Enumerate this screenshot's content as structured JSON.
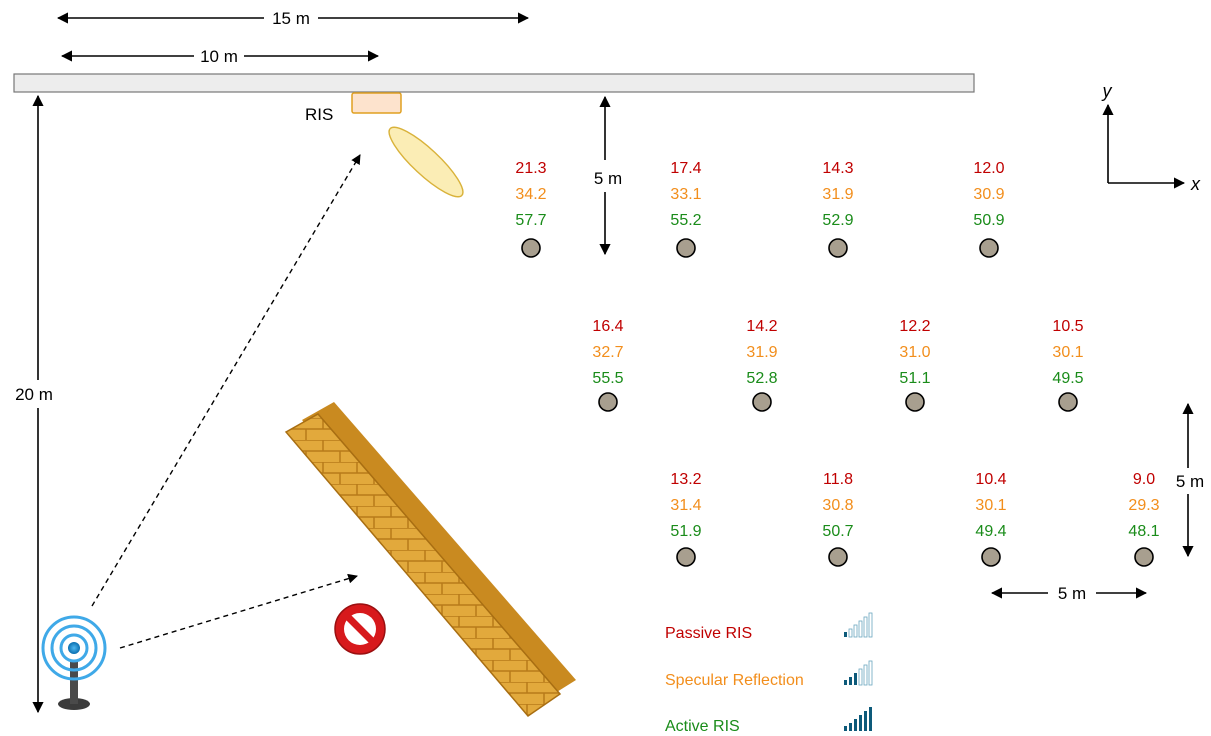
{
  "dimensions": {
    "top_span": "15 m",
    "ris_offset": "10 m",
    "height": "20 m",
    "wall_gap": "5 m",
    "row_spacing": "5 m",
    "col_spacing": "5 m"
  },
  "ris_label": "RIS",
  "axes": {
    "y": "y",
    "x": "x"
  },
  "legend": [
    {
      "label": "Passive RIS",
      "color": "#c00000"
    },
    {
      "label": "Specular Reflection",
      "color": "#f28e1c"
    },
    {
      "label": "Active RIS",
      "color": "#1a8c1a"
    }
  ],
  "points": [
    {
      "passive": "21.3",
      "specular": "34.2",
      "active": "57.7"
    },
    {
      "passive": "17.4",
      "specular": "33.1",
      "active": "55.2"
    },
    {
      "passive": "14.3",
      "specular": "31.9",
      "active": "52.9"
    },
    {
      "passive": "12.0",
      "specular": "30.9",
      "active": "50.9"
    },
    {
      "passive": "16.4",
      "specular": "32.7",
      "active": "55.5"
    },
    {
      "passive": "14.2",
      "specular": "31.9",
      "active": "52.8"
    },
    {
      "passive": "12.2",
      "specular": "31.0",
      "active": "51.1"
    },
    {
      "passive": "10.5",
      "specular": "30.1",
      "active": "49.5"
    },
    {
      "passive": "13.2",
      "specular": "31.4",
      "active": "51.9"
    },
    {
      "passive": "11.8",
      "specular": "30.8",
      "active": "50.7"
    },
    {
      "passive": "10.4",
      "specular": "30.1",
      "active": "49.4"
    },
    {
      "passive": "9.0",
      "specular": "29.3",
      "active": "48.1"
    }
  ],
  "colors": {
    "passive": "#c00000",
    "specular": "#f28e1c",
    "active": "#1a8c1a",
    "user_fill": "#a89f8f",
    "wall_brick": "#e0a83a"
  }
}
